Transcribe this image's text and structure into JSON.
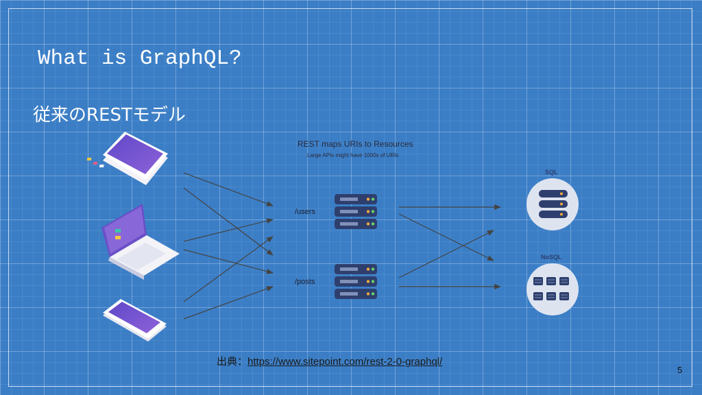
{
  "slide": {
    "title": "What is GraphQL?",
    "subtitle": "従来のRESTモデル",
    "page_number": "5"
  },
  "diagram": {
    "heading": "REST maps URIs to Resources",
    "subheading": "Large APIs might have 1000s of URIs",
    "endpoints": [
      {
        "label": "/users"
      },
      {
        "label": "/posts"
      }
    ],
    "databases": [
      {
        "label": "SQL"
      },
      {
        "label": "NoSQL"
      }
    ],
    "clients": [
      {
        "type": "tablet-icon"
      },
      {
        "type": "laptop-icon"
      },
      {
        "type": "phone-icon"
      }
    ]
  },
  "citation": {
    "prefix": "出典：",
    "url": "https://www.sitepoint.com/rest-2-0-graphql/"
  },
  "colors": {
    "background": "#3b7ec6",
    "server": "#2e3f6e",
    "database_circle": "#dde4f0",
    "arrow": "#444444"
  }
}
